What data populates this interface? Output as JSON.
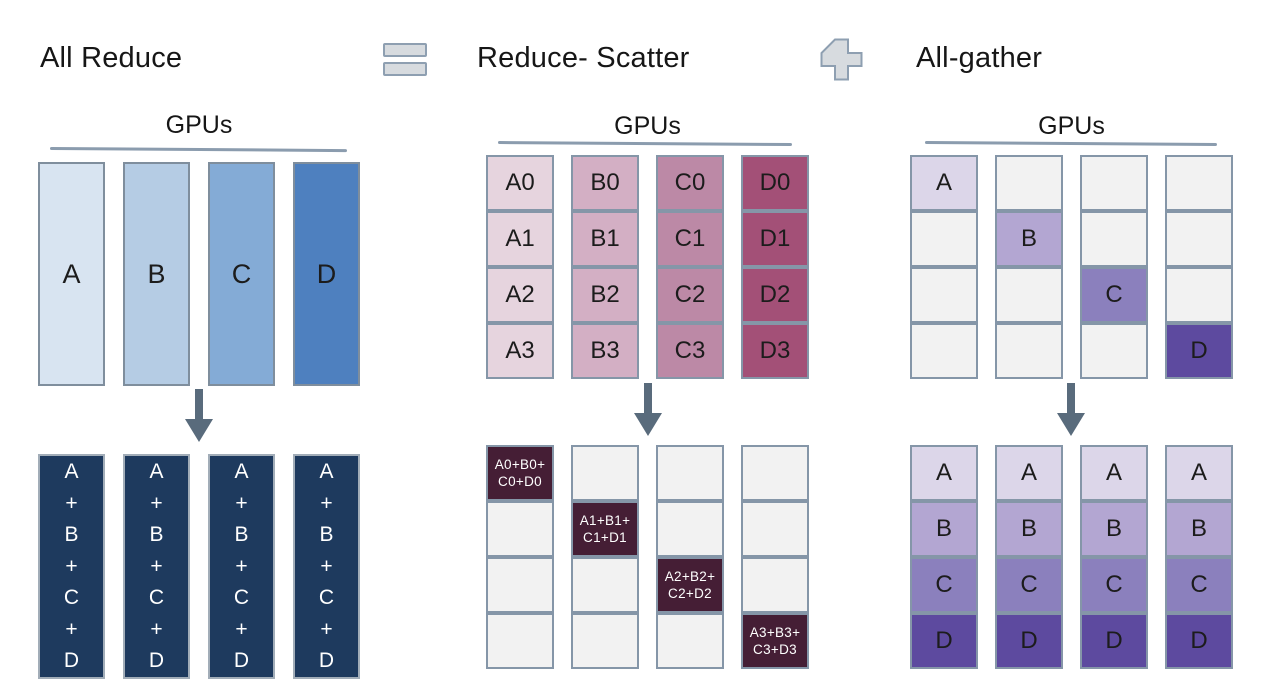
{
  "header": {
    "all_reduce": "All Reduce",
    "reduce_scatter": "Reduce- Scatter",
    "all_gather": "All-gather",
    "equals_icon": "equals-icon",
    "plus_icon": "plus-icon"
  },
  "colors": {
    "blue_shades": [
      "#d8e4f1",
      "#b5cce4",
      "#84abd6",
      "#4e80bf"
    ],
    "navy_fill": "#1e3a5e",
    "pink_shades": [
      "#e6d4de",
      "#d3afc4",
      "#bc89a6",
      "#a35077"
    ],
    "maroon_fill": "#451e35",
    "purple_shades": [
      "#dcd6e9",
      "#b3a6d2",
      "#8b80bd",
      "#5d4a9f"
    ],
    "empty_fill": "#f2f2f2",
    "cell_border": "#8596a8",
    "arrow": "#596b7c",
    "text_dark": "#1c1c1c",
    "text_light": "#ffffff"
  },
  "sections": {
    "all_reduce": {
      "gpus_label": "GPUs",
      "input_columns": [
        "A",
        "B",
        "C",
        "D"
      ],
      "output_column_lines": [
        "A",
        "+",
        "B",
        "+",
        "C",
        "+",
        "D"
      ],
      "output_columns": 4
    },
    "reduce_scatter": {
      "gpus_label": "GPUs",
      "input_grid_columns": [
        [
          "A0",
          "A1",
          "A2",
          "A3"
        ],
        [
          "B0",
          "B1",
          "B2",
          "B3"
        ],
        [
          "C0",
          "C1",
          "C2",
          "C3"
        ],
        [
          "D0",
          "D1",
          "D2",
          "D3"
        ]
      ],
      "output_diagonal_cells": [
        [
          "A0+B0+",
          "C0+D0"
        ],
        [
          "A1+B1+",
          "C1+D1"
        ],
        [
          "A2+B2+",
          "C2+D2"
        ],
        [
          "A3+B3+",
          "C3+D3"
        ]
      ]
    },
    "all_gather": {
      "gpus_label": "GPUs",
      "input_diagonal_cells": [
        "A",
        "B",
        "C",
        "D"
      ],
      "output_row_labels": [
        "A",
        "B",
        "C",
        "D"
      ],
      "columns": 4
    }
  }
}
